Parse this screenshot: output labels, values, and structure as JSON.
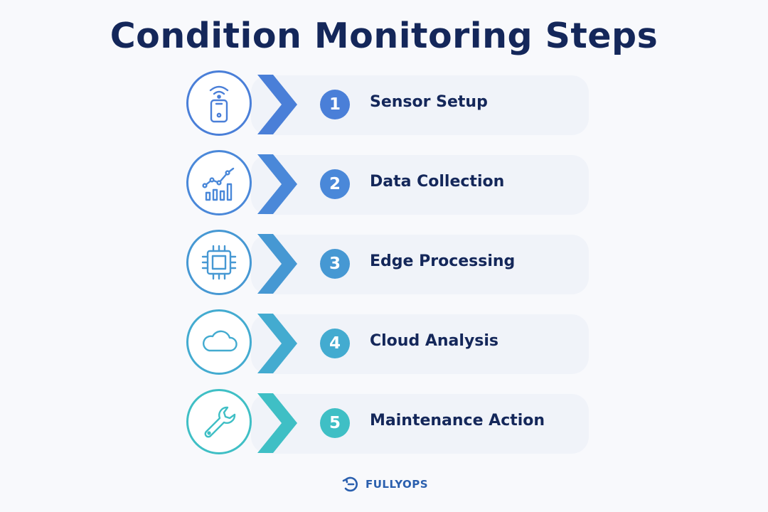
{
  "title": "Condition Monitoring Steps",
  "steps": [
    {
      "number": "1",
      "label": "Sensor Setup",
      "icon": "sensor-icon",
      "color": "#4a7fd8"
    },
    {
      "number": "2",
      "label": "Data Collection",
      "icon": "chart-icon",
      "color": "#4a88d9"
    },
    {
      "number": "3",
      "label": "Edge Processing",
      "icon": "chip-icon",
      "color": "#4698d3"
    },
    {
      "number": "4",
      "label": "Cloud Analysis",
      "icon": "cloud-icon",
      "color": "#43abd0"
    },
    {
      "number": "5",
      "label": "Maintenance Action",
      "icon": "wrench-icon",
      "color": "#3fbfc5"
    }
  ],
  "brand": {
    "name": "FULLYOPS",
    "icon": "fullyops-logo-icon",
    "color": "#2a5fae"
  }
}
